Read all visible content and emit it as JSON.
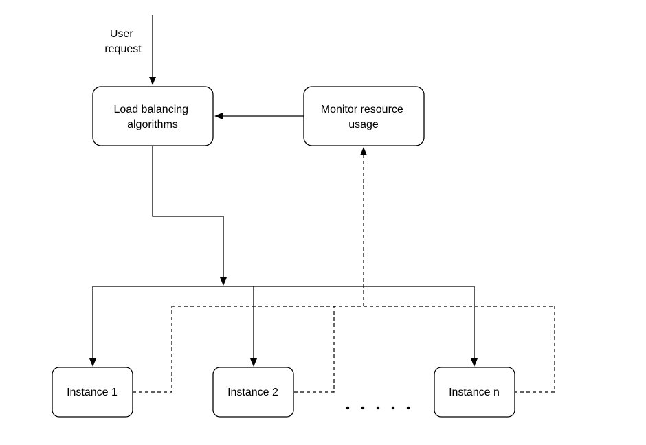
{
  "diagram": {
    "user_request": [
      "User",
      "request"
    ],
    "nodes": {
      "load_balancer": [
        "Load balancing",
        "algorithms"
      ],
      "monitor": [
        "Monitor resource",
        "usage"
      ],
      "instance_1": [
        "Instance 1"
      ],
      "instance_2": [
        "Instance 2"
      ],
      "instance_n": [
        "Instance n"
      ]
    },
    "ellipsis_dot_count": 5
  }
}
